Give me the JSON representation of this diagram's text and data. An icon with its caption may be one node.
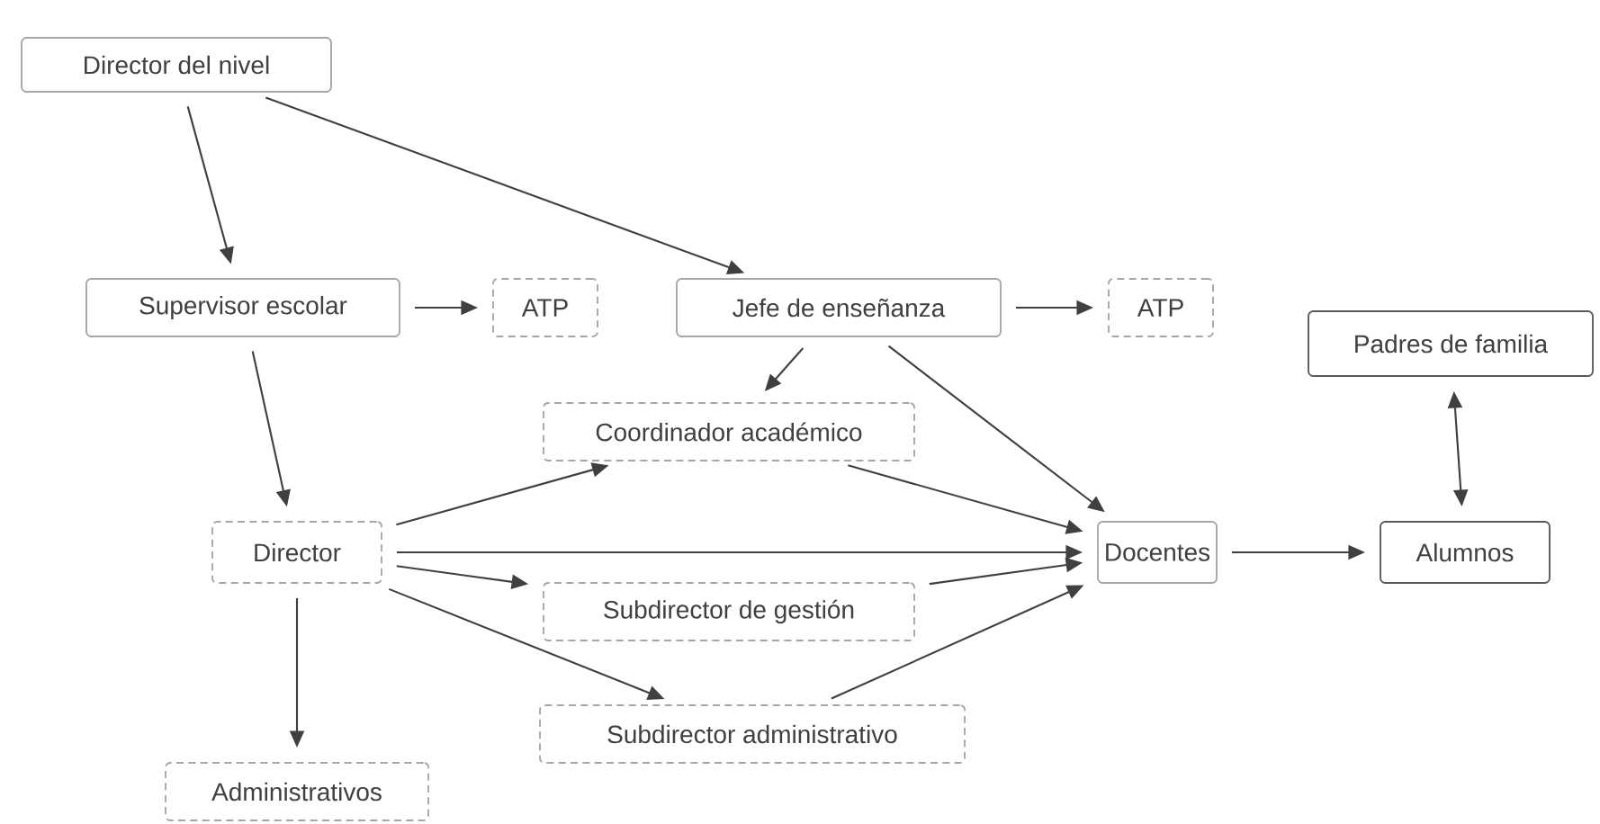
{
  "diagram": {
    "nodes": [
      {
        "text": [
          "Director del nivel"
        ]
      },
      {
        "text": [
          "Supervisor escolar"
        ]
      },
      {
        "text": [
          "ATP"
        ]
      },
      {
        "text": [
          "Jefe de enseñanza"
        ]
      },
      {
        "text": [
          "ATP"
        ]
      },
      {
        "text": [
          "Padres de familia"
        ]
      },
      {
        "text": [
          "Coordinador académico"
        ]
      },
      {
        "text": [
          "Director"
        ]
      },
      {
        "text": [
          "Docentes"
        ]
      },
      {
        "text": [
          "Alumnos"
        ]
      },
      {
        "text": [
          "Subdirector de gestión"
        ]
      },
      {
        "text": [
          "Subdirector administrativo"
        ]
      },
      {
        "text": [
          "Administrativos"
        ]
      }
    ],
    "edges": [
      {
        "from": 0,
        "to": 1,
        "arrow": "to"
      },
      {
        "from": 0,
        "to": 3,
        "arrow": "to"
      },
      {
        "from": 1,
        "to": 2,
        "arrow": "to"
      },
      {
        "from": 3,
        "to": 4,
        "arrow": "to"
      },
      {
        "from": 3,
        "to": 6,
        "arrow": "to"
      },
      {
        "from": 3,
        "to": 8,
        "arrow": "to"
      },
      {
        "from": 1,
        "to": 7,
        "arrow": "to"
      },
      {
        "from": 7,
        "to": 6,
        "arrow": "to"
      },
      {
        "from": 7,
        "to": 8,
        "arrow": "to"
      },
      {
        "from": 7,
        "to": 10,
        "arrow": "to"
      },
      {
        "from": 7,
        "to": 11,
        "arrow": "to"
      },
      {
        "from": 7,
        "to": 12,
        "arrow": "to"
      },
      {
        "from": 6,
        "to": 8,
        "arrow": "to"
      },
      {
        "from": 10,
        "to": 8,
        "arrow": "to"
      },
      {
        "from": 11,
        "to": 8,
        "arrow": "to"
      },
      {
        "from": 8,
        "to": 9,
        "arrow": "to"
      },
      {
        "from": 5,
        "to": 9,
        "arrow": "both"
      }
    ]
  }
}
